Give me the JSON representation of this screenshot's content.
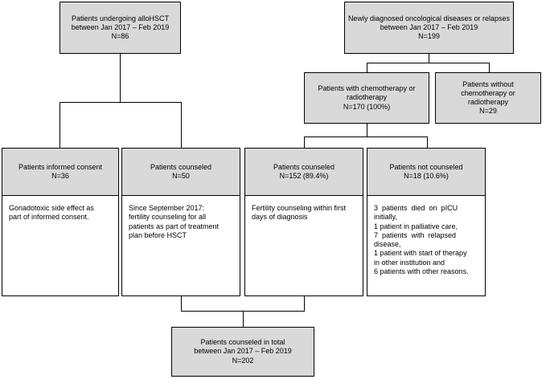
{
  "allo": {
    "title": "Patients undergoing alloHSCT",
    "period": "between  Jan 2017 – Feb 2019",
    "n": "N=86"
  },
  "onco": {
    "title": "Newly diagnosed oncological diseases or relapses",
    "period": "between Jan 2017 – Feb 2019",
    "n": "N=199"
  },
  "chemo": {
    "line1": "Patients with chemotherapy or",
    "line2": "radiotherapy",
    "n": "N=170 (100%)"
  },
  "no_chemo": {
    "line1": "Patients without",
    "line2": "chemotherapy or",
    "line3": "radiotherapy",
    "n": "N=29"
  },
  "informed": {
    "title": "Patients informed consent",
    "n": "N=36",
    "detail1": "Gonadotoxic side effect as",
    "detail2": "part of informed consent."
  },
  "counseled_allo": {
    "title": "Patients counseled",
    "n": "N=50",
    "detail1": "Since September 2017:",
    "detail2": "fertility counseling for all",
    "detail3": "patients as part of treatment",
    "detail4": "plan before HSCT"
  },
  "counseled_onco": {
    "title": "Patients counseled",
    "n": "N=152 (89.4%)",
    "detail1": "Fertility counseling within first",
    "detail2": "days of diagnosis"
  },
  "not_counseled": {
    "title": "Patients not counseled",
    "n": "N=18 (10.6%)",
    "reasons": [
      "3  patients  died  on  pICU",
      "initially,",
      "1 patient in palliative care,",
      "7  patients  with  relapsed",
      "disease,",
      "1 patient with start of therapy",
      "in other institution and",
      "6 patients with other reasons."
    ]
  },
  "total": {
    "title": "Patients counseled in total",
    "period": "between Jan 2017 – Feb 2019",
    "n": "N=202"
  }
}
